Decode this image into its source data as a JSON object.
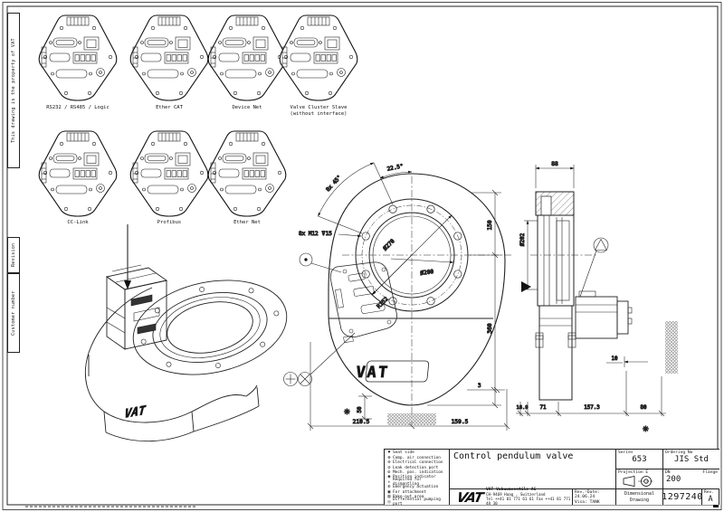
{
  "page": {
    "side_notes": {
      "property": "This drawing is the property of VAT",
      "revision": "Revision",
      "customer": "Customer number"
    }
  },
  "interface_panels": {
    "items": [
      {
        "label": "RS232 / RS485 / Logic"
      },
      {
        "label": "Ether CAT"
      },
      {
        "label": "Device Net"
      },
      {
        "label": "Valve Cluster Slave\n(without interface)"
      },
      {
        "label": "CC-Link"
      },
      {
        "label": "Profibus"
      },
      {
        "label": "Ether Net"
      }
    ]
  },
  "front_view": {
    "angle_dim": "22.5°",
    "bolt_pattern": "8x 45°",
    "thread_note": "8x M12 ⊽15",
    "dia_outer": "Ø270",
    "dia_bore": "Ø200",
    "radius": "R152",
    "dim_top": "150",
    "dim_height": "360",
    "dim_gap": "3",
    "dim_foot": "50",
    "dim_bottom_left": "210.5",
    "dim_bottom_right": "159.5",
    "asterisk": "✳",
    "logo": "VAT"
  },
  "side_view": {
    "dim_width": "88",
    "dia_flange": "Ø202",
    "dim_offset": "10",
    "dims_bottom": [
      "16.9",
      "71",
      "157.3",
      "80"
    ],
    "asterisk": "✳"
  },
  "iso_view": {
    "logo": "VAT"
  },
  "legend": {
    "items": [
      {
        "symbol": "▼",
        "label": "Seat side"
      },
      {
        "symbol": "⊗",
        "label": "Comp. air connection"
      },
      {
        "symbol": "⊜",
        "label": "Electrical connection"
      },
      {
        "symbol": "⊘",
        "label": "Leak detection port"
      },
      {
        "symbol": "⚙",
        "label": "Mech. pos. indication"
      },
      {
        "symbol": "◉",
        "label": "Position indicator"
      },
      {
        "symbol": "✳",
        "label": "Required for dismantling"
      },
      {
        "symbol": "⊕",
        "label": "Emergency actuation"
      },
      {
        "symbol": "▣",
        "label": "For attachment"
      },
      {
        "symbol": "▨",
        "label": "Bake-out area"
      },
      {
        "symbol": "◎",
        "label": "Differential pumping port"
      }
    ]
  },
  "title_block": {
    "title": "Control pendulum valve",
    "series_label": "Series",
    "series_value": "653",
    "ordering_label": "Ordering No",
    "ordering_value": "JIS Std",
    "projection_label": "Projection E",
    "dn_label": "DN",
    "dn_value": "200",
    "flange_label": "Flange",
    "rev_date": "Rev.-Date: 24.06.24",
    "visa": "Visa: TANK",
    "doc_type_line1": "Dimensional",
    "doc_type_line2": "Drawing",
    "drawing_no": "1297240",
    "rev_label": "Rev.",
    "rev_value": "A",
    "company": {
      "logo": "VAT",
      "name": "VAT Vakuumventile AG",
      "address": "CH-9469 Haag , Switzerland",
      "phone": "Tel ++41 81 771 61 61 Fax ++41 81 771 48 30"
    }
  }
}
